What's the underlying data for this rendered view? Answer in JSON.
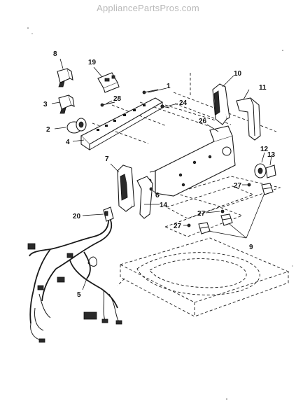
{
  "watermark": "AppliancePartsPros.com",
  "callouts": {
    "c1": "1",
    "c2": "2",
    "c3": "3",
    "c4": "4",
    "c5": "5",
    "c6": "6",
    "c7": "7",
    "c8": "8",
    "c9": "9",
    "c10": "10",
    "c11": "11",
    "c12": "12",
    "c13": "13",
    "c14": "14",
    "c19": "19",
    "c20": "20",
    "c24": "24",
    "c26": "26",
    "c27a": "27",
    "c27b": "27",
    "c27c": "27",
    "c28": "28"
  }
}
